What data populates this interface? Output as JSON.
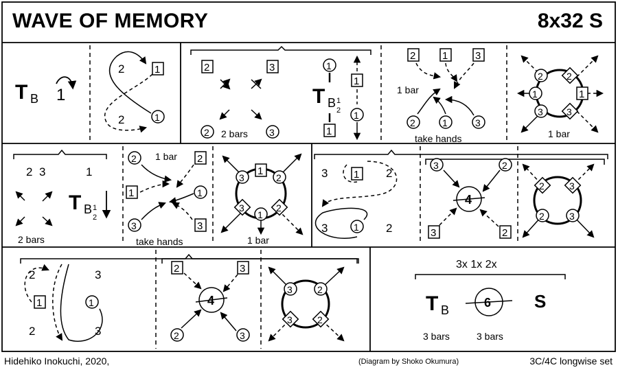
{
  "header": {
    "title": "WAVE OF MEMORY",
    "formation": "8x32 S"
  },
  "labels": {
    "one_bar": "1 bar",
    "two_bars": "2 bars",
    "three_bars": "3 bars",
    "take_hands": "take hands",
    "repeat": "3x 1x 2x",
    "setting": "S",
    "circle_six": "6",
    "circle_four": "4",
    "num1": "1",
    "num2": "2",
    "num3": "3",
    "tb_T": "T",
    "tb_B": "B",
    "half_num": "1",
    "half_den": "2"
  },
  "footer": {
    "author": "Hidehiko Inokuchi, 2020,",
    "credit": "(Diagram by Shoko Okumura)",
    "set": "3C/4C longwise set"
  }
}
